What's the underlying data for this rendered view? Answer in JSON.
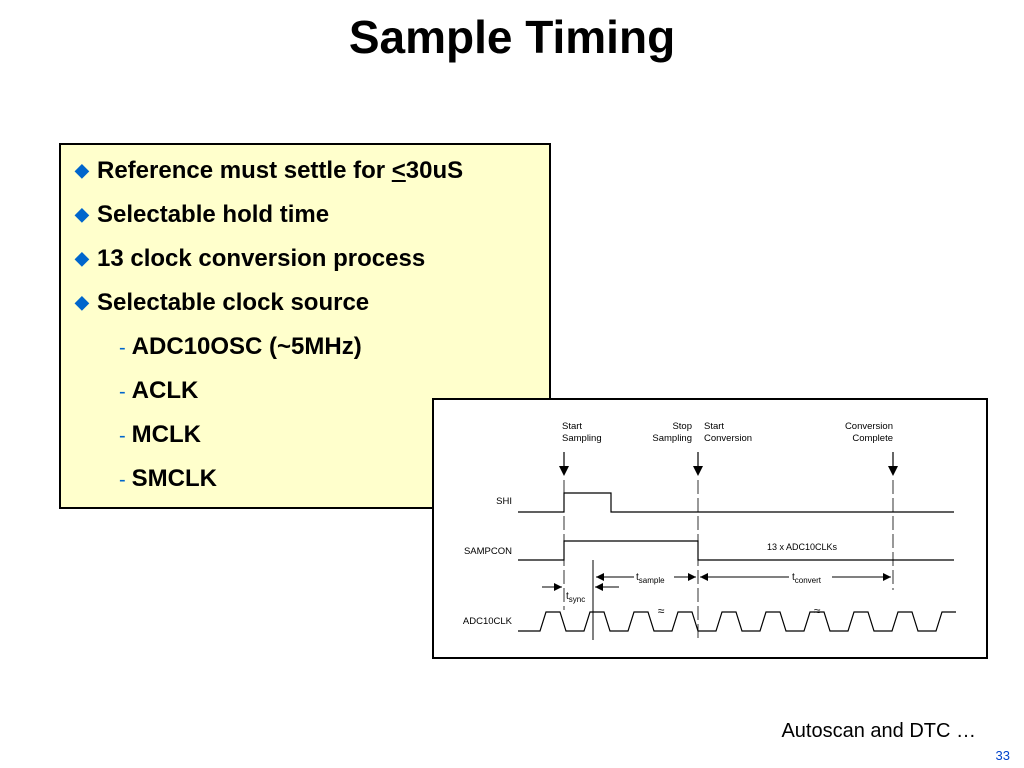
{
  "title": "Sample Timing",
  "bullets": [
    {
      "prefix": "Reference must settle for ",
      "underlined": "<",
      "suffix": "30uS"
    },
    {
      "text": "Selectable hold time"
    },
    {
      "text": "13 clock conversion process"
    },
    {
      "text": "Selectable clock source"
    }
  ],
  "sub_items": [
    "ADC10OSC (~5MHz)",
    "ACLK",
    "MCLK",
    "SMCLK"
  ],
  "diagram": {
    "events": [
      {
        "line1": "Start",
        "line2": "Sampling"
      },
      {
        "line1": "Stop",
        "line2": "Sampling"
      },
      {
        "line1": "Start",
        "line2": "Conversion"
      },
      {
        "line1": "Conversion",
        "line2": "Complete"
      }
    ],
    "signals": [
      "SHI",
      "SAMPCON",
      "ADC10CLK"
    ],
    "clk_label": "13 x ADC10CLKs",
    "t_sample": {
      "base": "t",
      "sub": "sample"
    },
    "t_convert": {
      "base": "t",
      "sub": "convert"
    },
    "t_sync": {
      "base": "t",
      "sub": "sync"
    },
    "break_mark": "≈"
  },
  "footer": "Autoscan and DTC …",
  "page_number": "33"
}
